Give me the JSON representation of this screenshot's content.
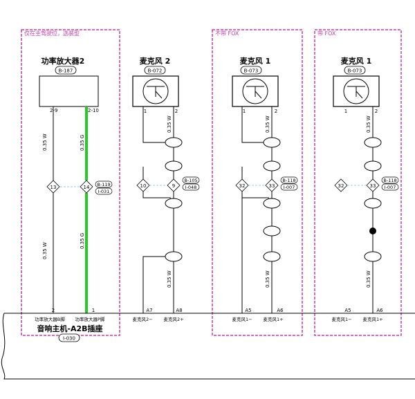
{
  "zones": [
    {
      "label": "仅在主驾驶位，选装型"
    },
    {
      "label": "不带 FOX"
    },
    {
      "label": "带 FOX"
    }
  ],
  "components": {
    "amplifier": {
      "name": "功率放大器2",
      "code": "B-187",
      "pins": [
        "2-9",
        "2-10"
      ]
    },
    "mic2": {
      "name": "麦克风  2",
      "code": "B-072",
      "pins": [
        "1",
        "2"
      ]
    },
    "mic1a": {
      "name": "麦克风  1",
      "code": "B-073",
      "pins": [
        "1",
        "2"
      ]
    },
    "mic1b": {
      "name": "麦克风  1",
      "code": "B-073",
      "pins": [
        "1",
        "2"
      ]
    }
  },
  "wires": {
    "amp_w": "0.35 W",
    "amp_g": "0.35 G",
    "mic2_w": "0.35 W",
    "mic1a_w": "0.35 W",
    "mic1b_w": "0.35 W"
  },
  "splices": {
    "s13": "13",
    "s14": "14",
    "s10": "10",
    "s9": "9",
    "s32a": "32",
    "s33a": "33",
    "s32b": "32",
    "s33b": "33"
  },
  "connectors": {
    "c1": {
      "code": "B-119",
      "sub": "I-031"
    },
    "c2": {
      "code": "B-105",
      "sub": "I-048"
    },
    "c3": {
      "code": "B-118",
      "sub": "I-007"
    },
    "c4": {
      "code": "B-118",
      "sub": "I-007"
    }
  },
  "head_unit": {
    "name": "音响主机-A2B插座",
    "code": "I-030",
    "pins": [
      "2",
      "1",
      "A7",
      "A8",
      "A5",
      "A6",
      "A5",
      "A6"
    ],
    "pin_labels": [
      "功率放大器B脚",
      "功率放大器P脚",
      "麦克风2−",
      "麦克风2+",
      "麦克风1−",
      "麦克风1+",
      "麦克风1−",
      "麦克风1+"
    ]
  },
  "colors": {
    "zone_border": "#c83aa8",
    "green_wire": "#22cc22",
    "line": "#000000",
    "dash": "#7fb8d8"
  }
}
